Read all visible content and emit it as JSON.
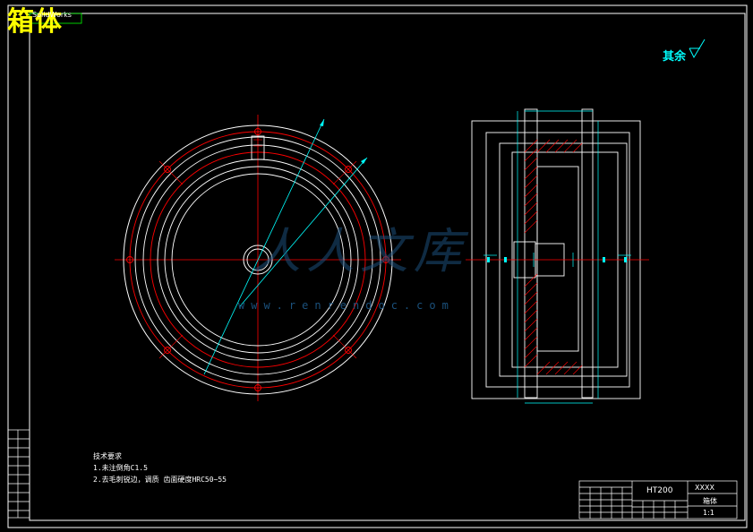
{
  "title": "箱体",
  "top_small_tag": "SolidWorks",
  "finish_note": "其余",
  "watermark": {
    "text": "人人文库",
    "url": "www.renrendoc.com"
  },
  "tech_requirements": {
    "heading": "技术要求",
    "items": [
      "1.未注倒角C1.5",
      "2.去毛刺锐边，调质 齿面硬度HRC50~55"
    ]
  },
  "title_block": {
    "material": "HT200",
    "part_name": "箱体",
    "drawing_no": "XXXX",
    "scale": "1:1"
  },
  "colors": {
    "background": "#000000",
    "outline": "#ffffff",
    "centerline": "#ff0000",
    "dimension": "#00ffff",
    "hatch": "#ff0000",
    "title": "#ffff00"
  }
}
